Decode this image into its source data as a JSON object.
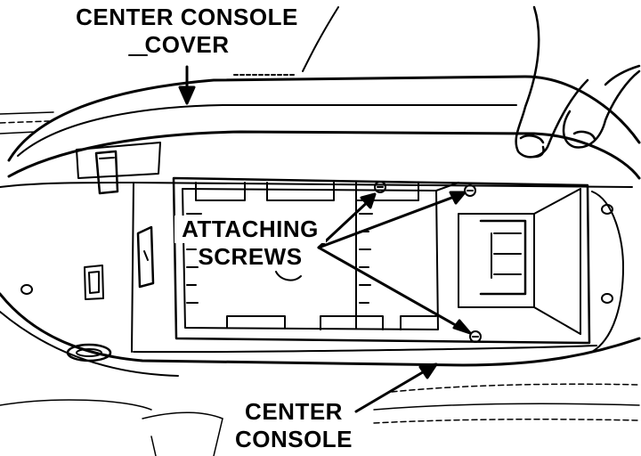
{
  "labels": {
    "center_console_cover": {
      "line1": "CENTER CONSOLE",
      "line2": "COVER"
    },
    "attaching_screws": {
      "line1": "ATTACHING",
      "line2": "SCREWS"
    },
    "center_console": {
      "line1": "CENTER",
      "line2": "CONSOLE"
    }
  },
  "colors": {
    "ink": "#000000",
    "paper": "#ffffff"
  }
}
